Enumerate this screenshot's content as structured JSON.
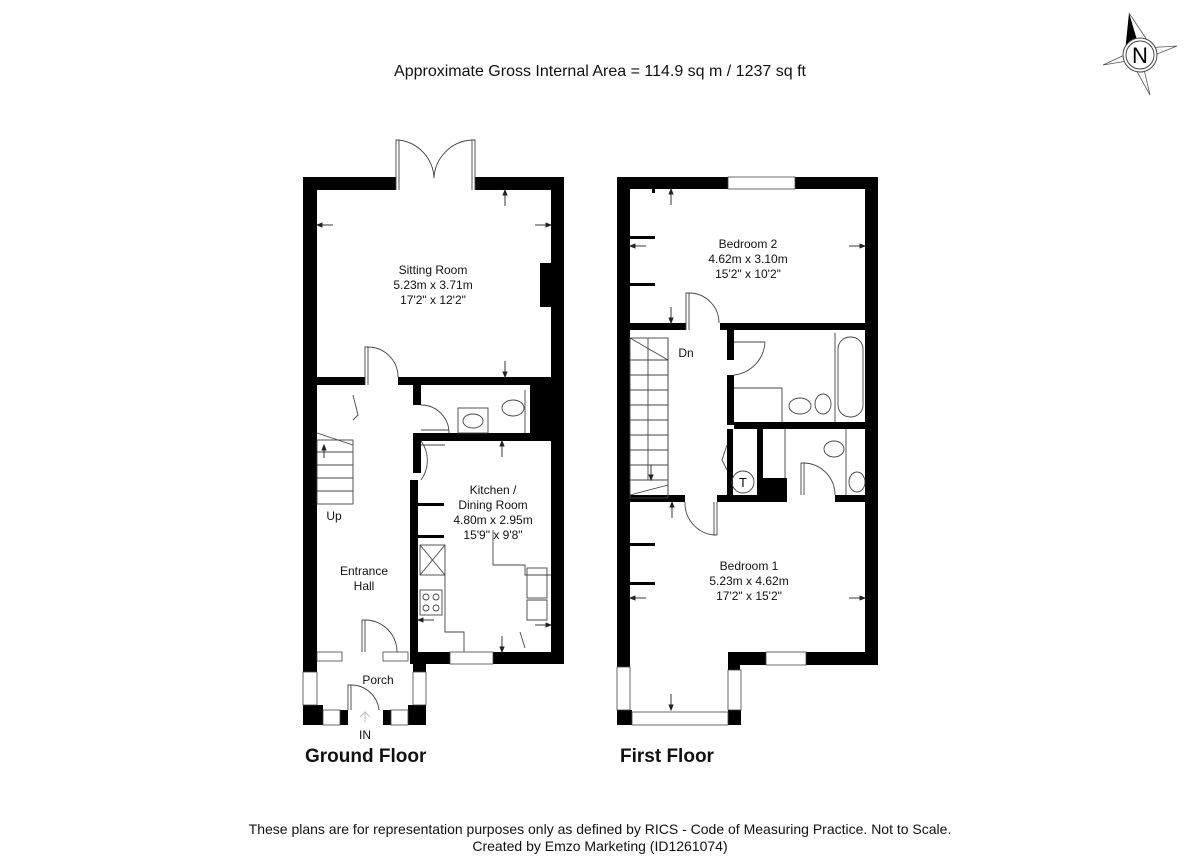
{
  "header": {
    "area_text": "Approximate Gross Internal Area = 114.9 sq m / 1237 sq ft"
  },
  "compass": {
    "icon": "north-arrow-compass-icon",
    "letter": "N"
  },
  "floors": [
    {
      "name": "Ground Floor",
      "rooms": [
        {
          "name": "Sitting Room",
          "metric": "5.23m x 3.71m",
          "imperial": "17'2\" x 12'2\""
        },
        {
          "name": "Kitchen /",
          "name2": "Dining Room",
          "metric": "4.80m x 2.95m",
          "imperial": "15'9\" x 9'8\""
        },
        {
          "name": "Entrance",
          "name2": "Hall"
        },
        {
          "name": "Porch"
        }
      ],
      "labels": {
        "stairs": "Up",
        "entrance": "IN"
      }
    },
    {
      "name": "First Floor",
      "rooms": [
        {
          "name": "Bedroom 2",
          "metric": "4.62m x 3.10m",
          "imperial": "15'2\" x 10'2\""
        },
        {
          "name": "Bedroom 1",
          "metric": "5.23m x 4.62m",
          "imperial": "17'2\" x 15'2\""
        }
      ],
      "labels": {
        "stairs": "Dn",
        "tank": "T"
      }
    }
  ],
  "footer": {
    "disclaimer": "These plans are for representation purposes only as defined by RICS - Code of Measuring Practice. Not to Scale.",
    "credit": "Created by Emzo Marketing (ID1261074)"
  }
}
